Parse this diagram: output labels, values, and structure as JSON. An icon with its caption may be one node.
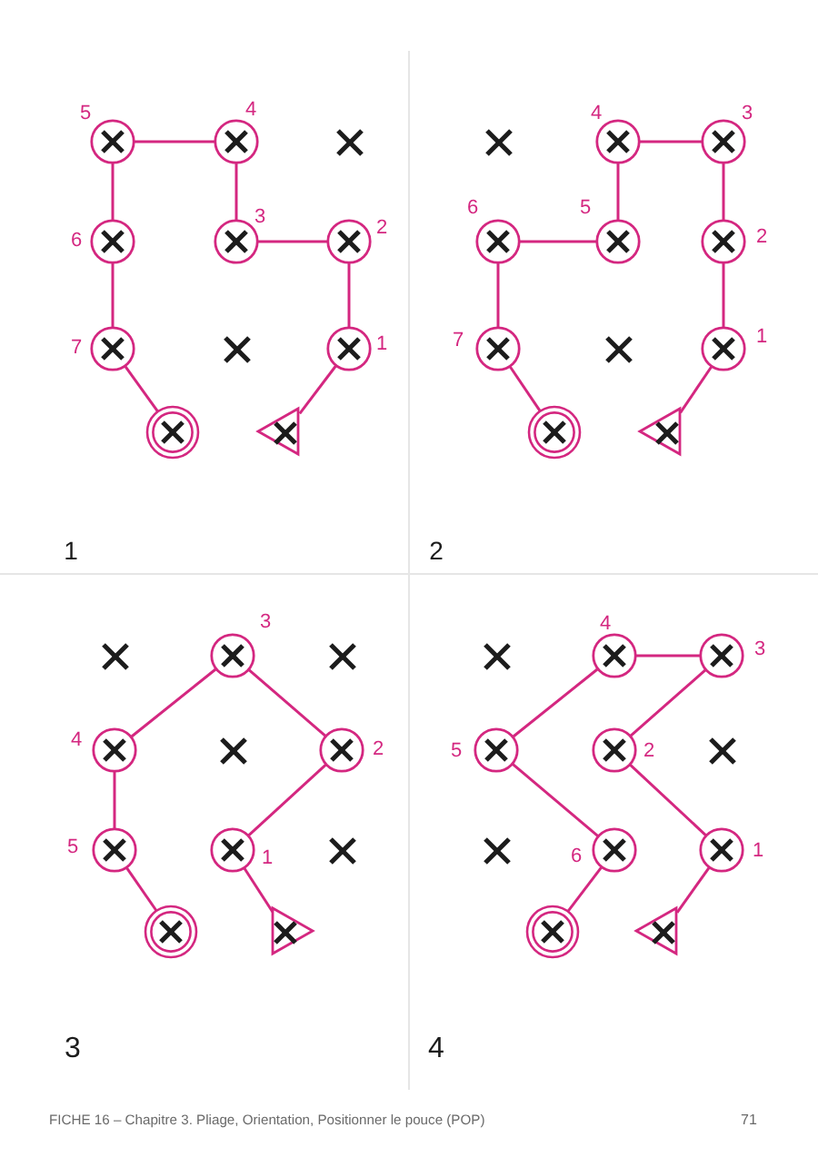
{
  "diagram": {
    "nodes": [
      {
        "text": [],
        "shape": "circle",
        "beside": [
          "5"
        ]
      },
      {
        "text": [],
        "shape": "circle",
        "beside": [
          "4"
        ]
      },
      {
        "text": [],
        "shape": "cross"
      },
      {
        "text": [],
        "shape": "circle",
        "beside": [
          "6"
        ]
      },
      {
        "text": [],
        "shape": "circle",
        "beside": [
          "3"
        ]
      },
      {
        "text": [],
        "shape": "circle",
        "beside": [
          "2"
        ]
      },
      {
        "text": [],
        "shape": "circle",
        "beside": [
          "7"
        ]
      },
      {
        "text": [],
        "shape": "cross"
      },
      {
        "text": [],
        "shape": "circle",
        "beside": [
          "1"
        ]
      },
      {
        "text": [],
        "shape": "doublecircle"
      },
      {
        "text": [],
        "shape": "triangle"
      },
      {
        "text": [],
        "shape": "cross"
      },
      {
        "text": [],
        "shape": "circle",
        "beside": [
          "4"
        ]
      },
      {
        "text": [],
        "shape": "circle",
        "beside": [
          "3"
        ]
      },
      {
        "text": [],
        "shape": "circle",
        "beside": [
          "6"
        ]
      },
      {
        "text": [],
        "shape": "circle",
        "beside": [
          "5"
        ]
      },
      {
        "text": [],
        "shape": "circle",
        "beside": [
          "2"
        ]
      },
      {
        "text": [],
        "shape": "circle",
        "beside": [
          "7"
        ]
      },
      {
        "text": [],
        "shape": "cross"
      },
      {
        "text": [],
        "shape": "circle",
        "beside": [
          "1"
        ]
      },
      {
        "text": [],
        "shape": "doublecircle"
      },
      {
        "text": [],
        "shape": "triangle"
      },
      {
        "text": [],
        "shape": "cross"
      },
      {
        "text": [],
        "shape": "circle",
        "beside": [
          "3"
        ]
      },
      {
        "text": [],
        "shape": "cross"
      },
      {
        "text": [],
        "shape": "circle",
        "beside": [
          "4"
        ]
      },
      {
        "text": [],
        "shape": "cross"
      },
      {
        "text": [],
        "shape": "circle",
        "beside": [
          "2"
        ]
      },
      {
        "text": [],
        "shape": "circle",
        "beside": [
          "5"
        ]
      },
      {
        "text": [],
        "shape": "circle",
        "beside": [
          "1"
        ]
      },
      {
        "text": [],
        "shape": "cross"
      },
      {
        "text": [],
        "shape": "doublecircle"
      },
      {
        "text": [],
        "shape": "triangle"
      },
      {
        "text": [],
        "shape": "cross"
      },
      {
        "text": [],
        "shape": "circle",
        "beside": [
          "4"
        ]
      },
      {
        "text": [],
        "shape": "circle",
        "beside": [
          "3"
        ]
      },
      {
        "text": [],
        "shape": "circle",
        "beside": [
          "5"
        ]
      },
      {
        "text": [],
        "shape": "circle",
        "beside": [
          "2"
        ]
      },
      {
        "text": [],
        "shape": "cross"
      },
      {
        "text": [],
        "shape": "cross"
      },
      {
        "text": [],
        "shape": "circle",
        "beside": [
          "6"
        ]
      },
      {
        "text": [],
        "shape": "circle",
        "beside": [
          "1"
        ]
      },
      {
        "text": [],
        "shape": "doublecircle"
      },
      {
        "text": [],
        "shape": "triangle"
      }
    ],
    "edges": [
      {
        "from": 10,
        "to": 8,
        "arrow": "none"
      },
      {
        "from": 8,
        "to": 5,
        "arrow": "none"
      },
      {
        "from": 5,
        "to": 4,
        "arrow": "none"
      },
      {
        "from": 4,
        "to": 1,
        "arrow": "none"
      },
      {
        "from": 1,
        "to": 0,
        "arrow": "none"
      },
      {
        "from": 0,
        "to": 3,
        "arrow": "none"
      },
      {
        "from": 3,
        "to": 6,
        "arrow": "none"
      },
      {
        "from": 6,
        "to": 9,
        "arrow": "none"
      },
      {
        "from": 21,
        "to": 19,
        "arrow": "none"
      },
      {
        "from": 19,
        "to": 16,
        "arrow": "none"
      },
      {
        "from": 16,
        "to": 13,
        "arrow": "none"
      },
      {
        "from": 13,
        "to": 12,
        "arrow": "none"
      },
      {
        "from": 12,
        "to": 15,
        "arrow": "none"
      },
      {
        "from": 15,
        "to": 14,
        "arrow": "none"
      },
      {
        "from": 14,
        "to": 17,
        "arrow": "none"
      },
      {
        "from": 17,
        "to": 20,
        "arrow": "none"
      },
      {
        "from": 32,
        "to": 29,
        "arrow": "none"
      },
      {
        "from": 29,
        "to": 27,
        "arrow": "none"
      },
      {
        "from": 27,
        "to": 23,
        "arrow": "none"
      },
      {
        "from": 23,
        "to": 25,
        "arrow": "none"
      },
      {
        "from": 25,
        "to": 28,
        "arrow": "none"
      },
      {
        "from": 28,
        "to": 31,
        "arrow": "none"
      },
      {
        "from": 43,
        "to": 41,
        "arrow": "none"
      },
      {
        "from": 41,
        "to": 37,
        "arrow": "none"
      },
      {
        "from": 37,
        "to": 35,
        "arrow": "none"
      },
      {
        "from": 35,
        "to": 34,
        "arrow": "none"
      },
      {
        "from": 34,
        "to": 36,
        "arrow": "none"
      },
      {
        "from": 36,
        "to": 40,
        "arrow": "none"
      },
      {
        "from": 40,
        "to": 42,
        "arrow": "none"
      }
    ],
    "labels": [
      "1",
      "2",
      "3",
      "4",
      "FICHE 16 – Chapitre 3. Pliage, Orientation, Positionner le pouce (POP)",
      "71"
    ]
  }
}
